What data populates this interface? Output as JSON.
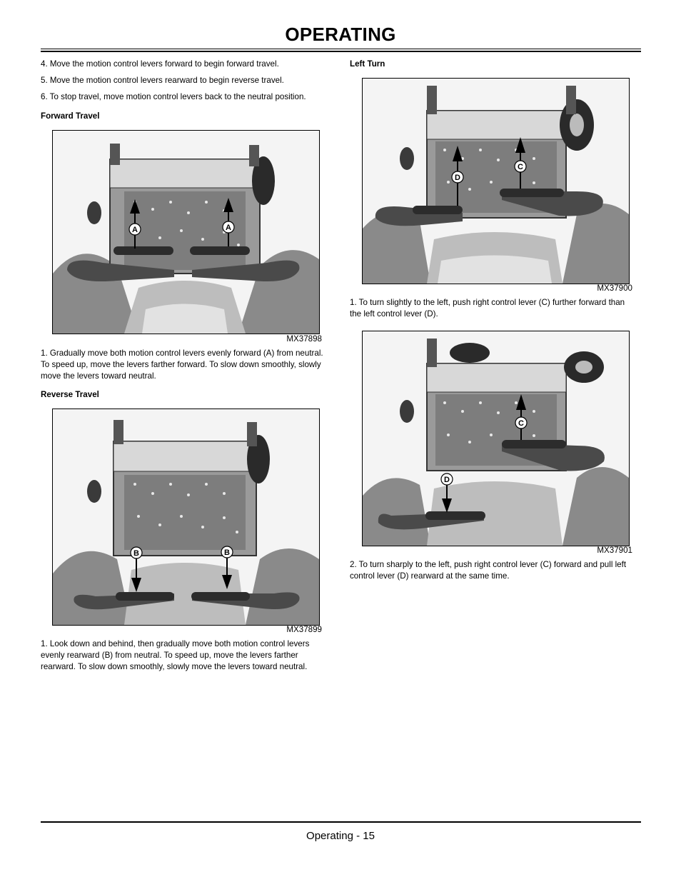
{
  "header": {
    "title": "OPERATING"
  },
  "left": {
    "steps": [
      "4. Move the motion control levers forward to begin forward travel.",
      "5. Move the motion control levers rearward to begin reverse travel.",
      "6. To stop travel, move motion control levers back to the neutral position."
    ],
    "forward": {
      "heading": "Forward Travel",
      "figure_id": "MX37898",
      "callout": "A",
      "text": "1. Gradually move both motion control levers evenly forward (A) from neutral. To speed up, move the levers farther forward. To slow down smoothly, slowly move the levers toward neutral."
    },
    "reverse": {
      "heading": "Reverse Travel",
      "figure_id": "MX37899",
      "callout": "B",
      "text": "1. Look down and behind, then gradually move both motion control levers evenly rearward (B) from neutral. To speed up, move the levers farther rearward. To slow down smoothly, slowly move the levers toward neutral."
    }
  },
  "right": {
    "heading": "Left Turn",
    "slight": {
      "figure_id": "MX37900",
      "callout_right": "C",
      "callout_left": "D",
      "text": "1. To turn slightly to the left, push right control lever (C) further forward than the left control lever (D)."
    },
    "sharp": {
      "figure_id": "MX37901",
      "callout_right": "C",
      "callout_left": "D",
      "text": "2. To turn sharply to the left, push right control lever (C) forward and pull left control lever (D) rearward at the same time."
    }
  },
  "footer": {
    "page_label": "Operating - 15"
  }
}
